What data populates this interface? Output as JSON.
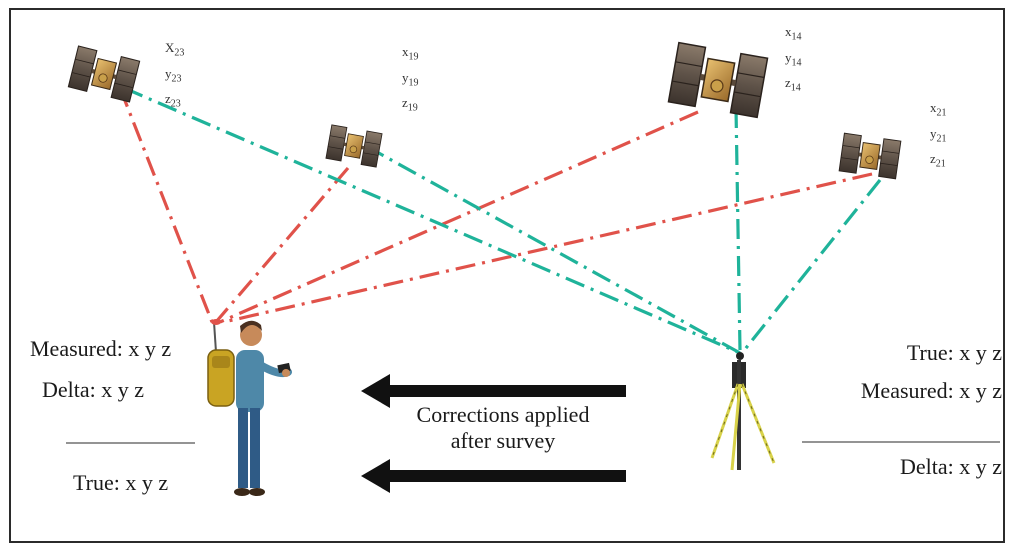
{
  "satellites": [
    {
      "id": "23",
      "lines": [
        "X23",
        "y23",
        "z23"
      ]
    },
    {
      "id": "19",
      "lines": [
        "x19",
        "y19",
        "z19"
      ]
    },
    {
      "id": "14",
      "lines": [
        "x14",
        "y14",
        "z14"
      ]
    },
    {
      "id": "21",
      "lines": [
        "x21",
        "y21",
        "z21"
      ]
    }
  ],
  "rover": {
    "measured": "Measured: x y z",
    "delta": "Delta: x y z",
    "true": "True: x y z"
  },
  "base": {
    "true": "True: x y z",
    "measured": "Measured: x y z",
    "delta": "Delta: x y z"
  },
  "corrections": {
    "line1": "Corrections applied",
    "line2": "after survey"
  },
  "colors": {
    "rover_signal": "#e0524a",
    "base_signal": "#1fb39a",
    "arrow": "#111111",
    "frame": "#2b2b2b"
  },
  "icons": {
    "satellite": "satellite-icon",
    "surveyor": "surveyor-person-icon",
    "base_station": "tripod-base-station-icon",
    "arrow": "arrow-left-icon"
  }
}
